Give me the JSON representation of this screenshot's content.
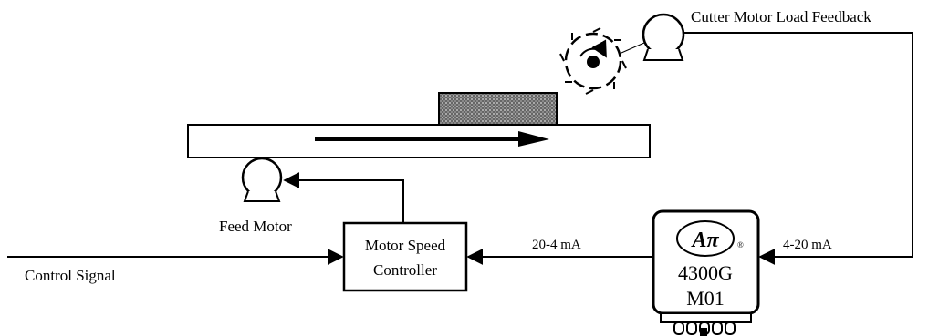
{
  "labels": {
    "cutter_feedback": "Cutter Motor Load Feedback",
    "feed_motor": "Feed Motor",
    "control_signal": "Control Signal",
    "controller_line1": "Motor Speed",
    "controller_line2": "Controller",
    "signal_in": "4-20 mA",
    "signal_out": "20-4 mA"
  },
  "module": {
    "logo": "Aπ",
    "model_line1": "4300G",
    "model_line2": "M01",
    "registered_mark": "®"
  }
}
